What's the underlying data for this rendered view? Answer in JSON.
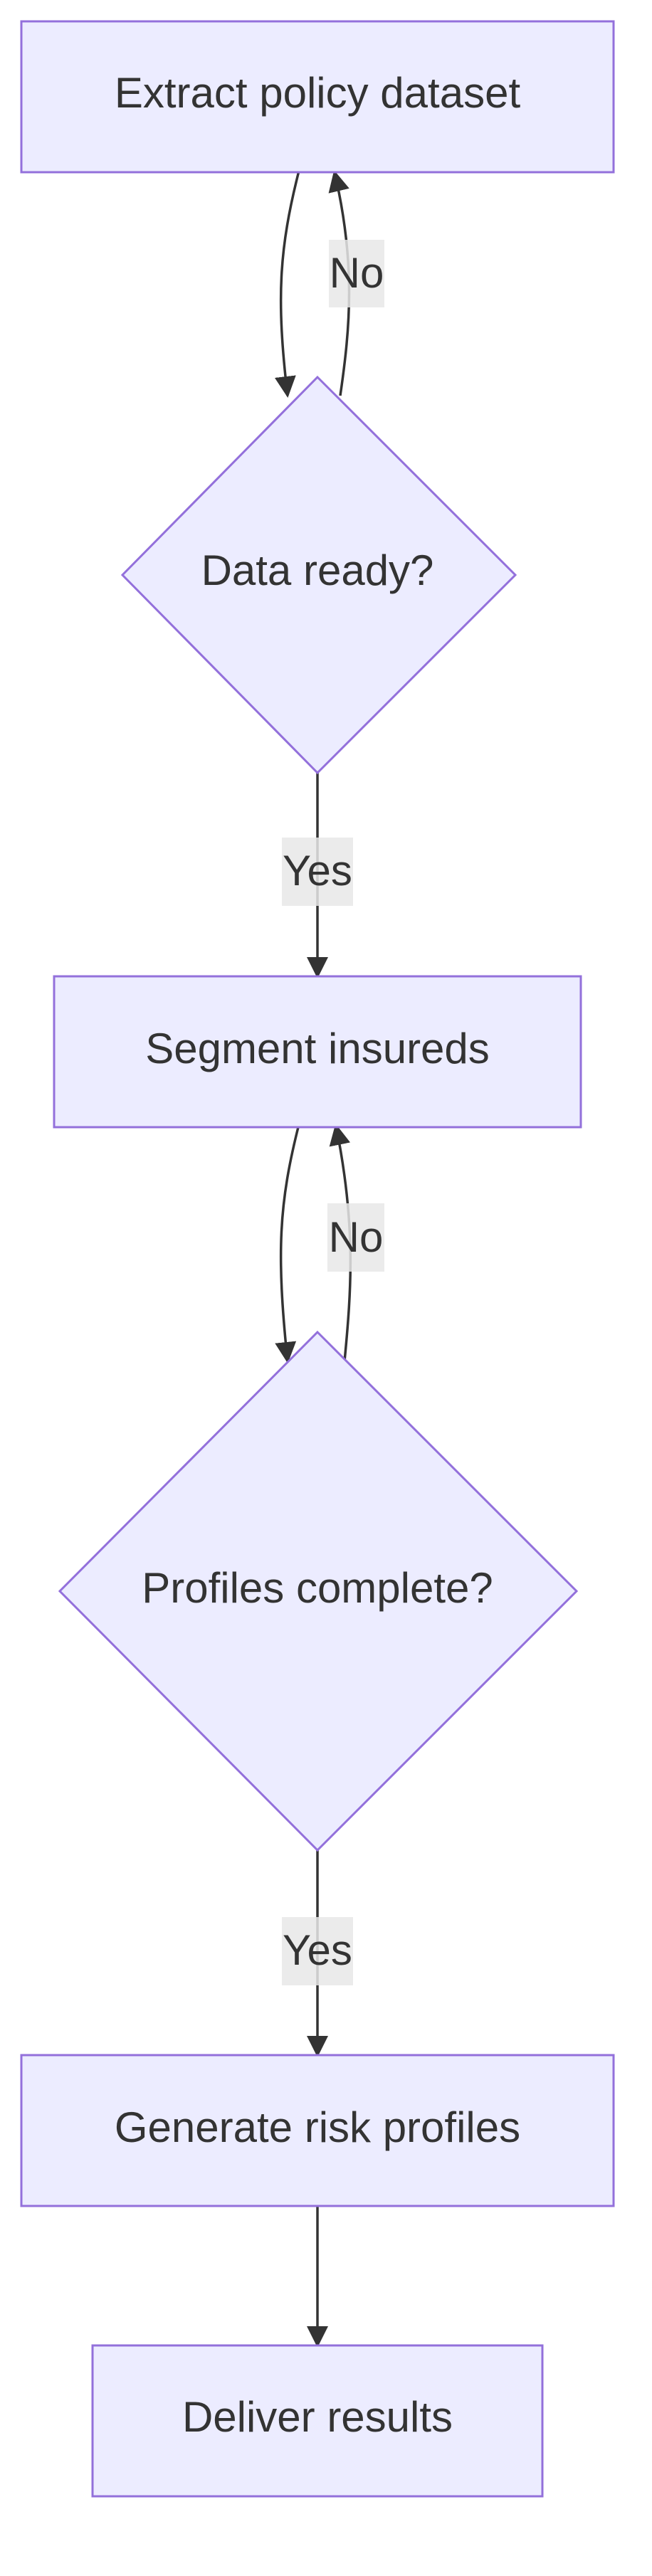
{
  "diagram": {
    "type": "flowchart",
    "direction": "top-down",
    "colors": {
      "node_fill": "#ECECFF",
      "node_stroke": "#9370DB",
      "edge": "#333333",
      "label_background": "#E8E8E8",
      "text": "#333333"
    },
    "nodes": [
      {
        "id": "extract",
        "shape": "rectangle",
        "label": "Extract policy dataset"
      },
      {
        "id": "data_ready",
        "shape": "diamond",
        "label": "Data ready?"
      },
      {
        "id": "segment",
        "shape": "rectangle",
        "label": "Segment insureds"
      },
      {
        "id": "profiles_complete",
        "shape": "diamond",
        "label": "Profiles complete?"
      },
      {
        "id": "generate",
        "shape": "rectangle",
        "label": "Generate risk profiles"
      },
      {
        "id": "deliver",
        "shape": "rectangle",
        "label": "Deliver results"
      }
    ],
    "edges": [
      {
        "from": "extract",
        "to": "data_ready",
        "label": ""
      },
      {
        "from": "data_ready",
        "to": "extract",
        "label": "No"
      },
      {
        "from": "data_ready",
        "to": "segment",
        "label": "Yes"
      },
      {
        "from": "segment",
        "to": "profiles_complete",
        "label": ""
      },
      {
        "from": "profiles_complete",
        "to": "segment",
        "label": "No"
      },
      {
        "from": "profiles_complete",
        "to": "generate",
        "label": "Yes"
      },
      {
        "from": "generate",
        "to": "deliver",
        "label": ""
      }
    ]
  }
}
